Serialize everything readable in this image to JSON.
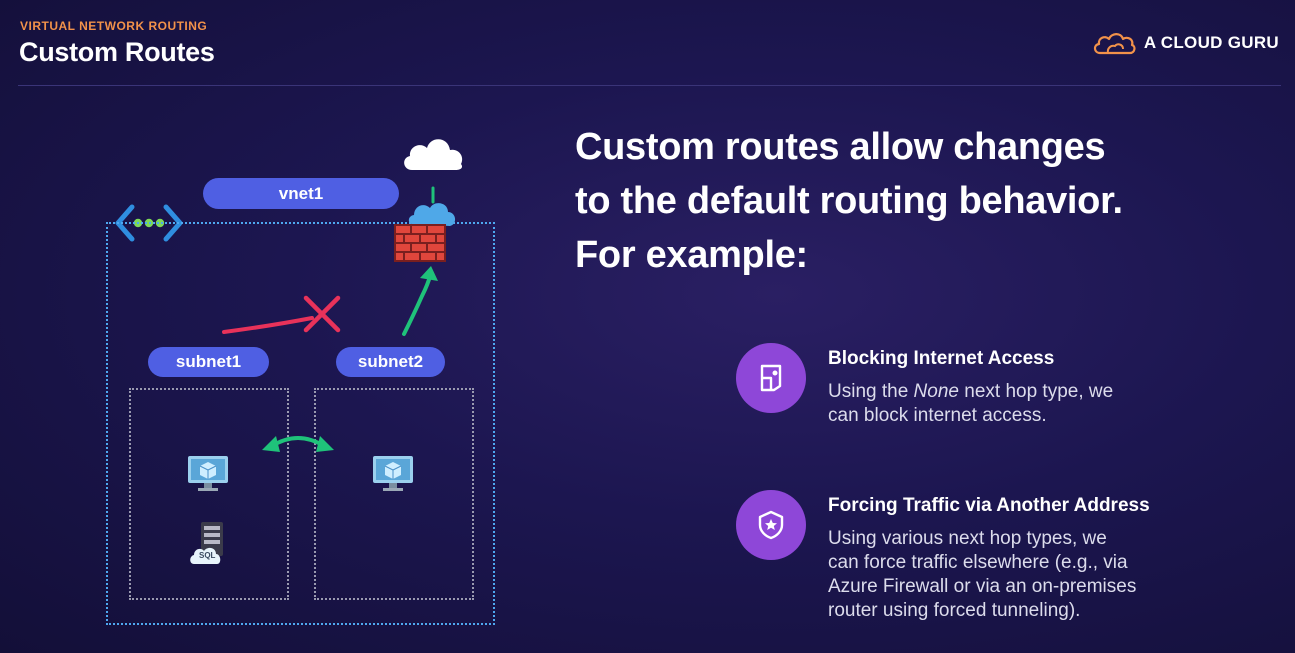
{
  "header": {
    "eyebrow": "VIRTUAL NETWORK ROUTING",
    "title": "Custom Routes",
    "brand": "A CLOUD GURU"
  },
  "diagram": {
    "vnet_label": "vnet1",
    "subnet1_label": "subnet1",
    "subnet2_label": "subnet2",
    "sql_label": "SQL"
  },
  "content": {
    "headline_lines": [
      "Custom routes allow changes",
      "to the default routing behavior.",
      "For example:"
    ],
    "items": [
      {
        "title": "Blocking Internet Access",
        "text_prefix": "Using the ",
        "text_em": "None",
        "text_suffix": " next hop type, we",
        "text_line2": "can block internet access."
      },
      {
        "title": "Forcing Traffic via Another Address",
        "lines": [
          "Using various next hop types, we",
          "can force traffic elsewhere (e.g., via",
          "Azure Firewall or via an on-premises",
          "router using forced tunneling)."
        ]
      }
    ]
  },
  "colors": {
    "accent_orange": "#f2924a",
    "pill_blue": "#4f5fe3",
    "icon_purple": "#8e47d8",
    "blocked_red": "#e8325a",
    "allowed_green": "#1fc27a"
  }
}
